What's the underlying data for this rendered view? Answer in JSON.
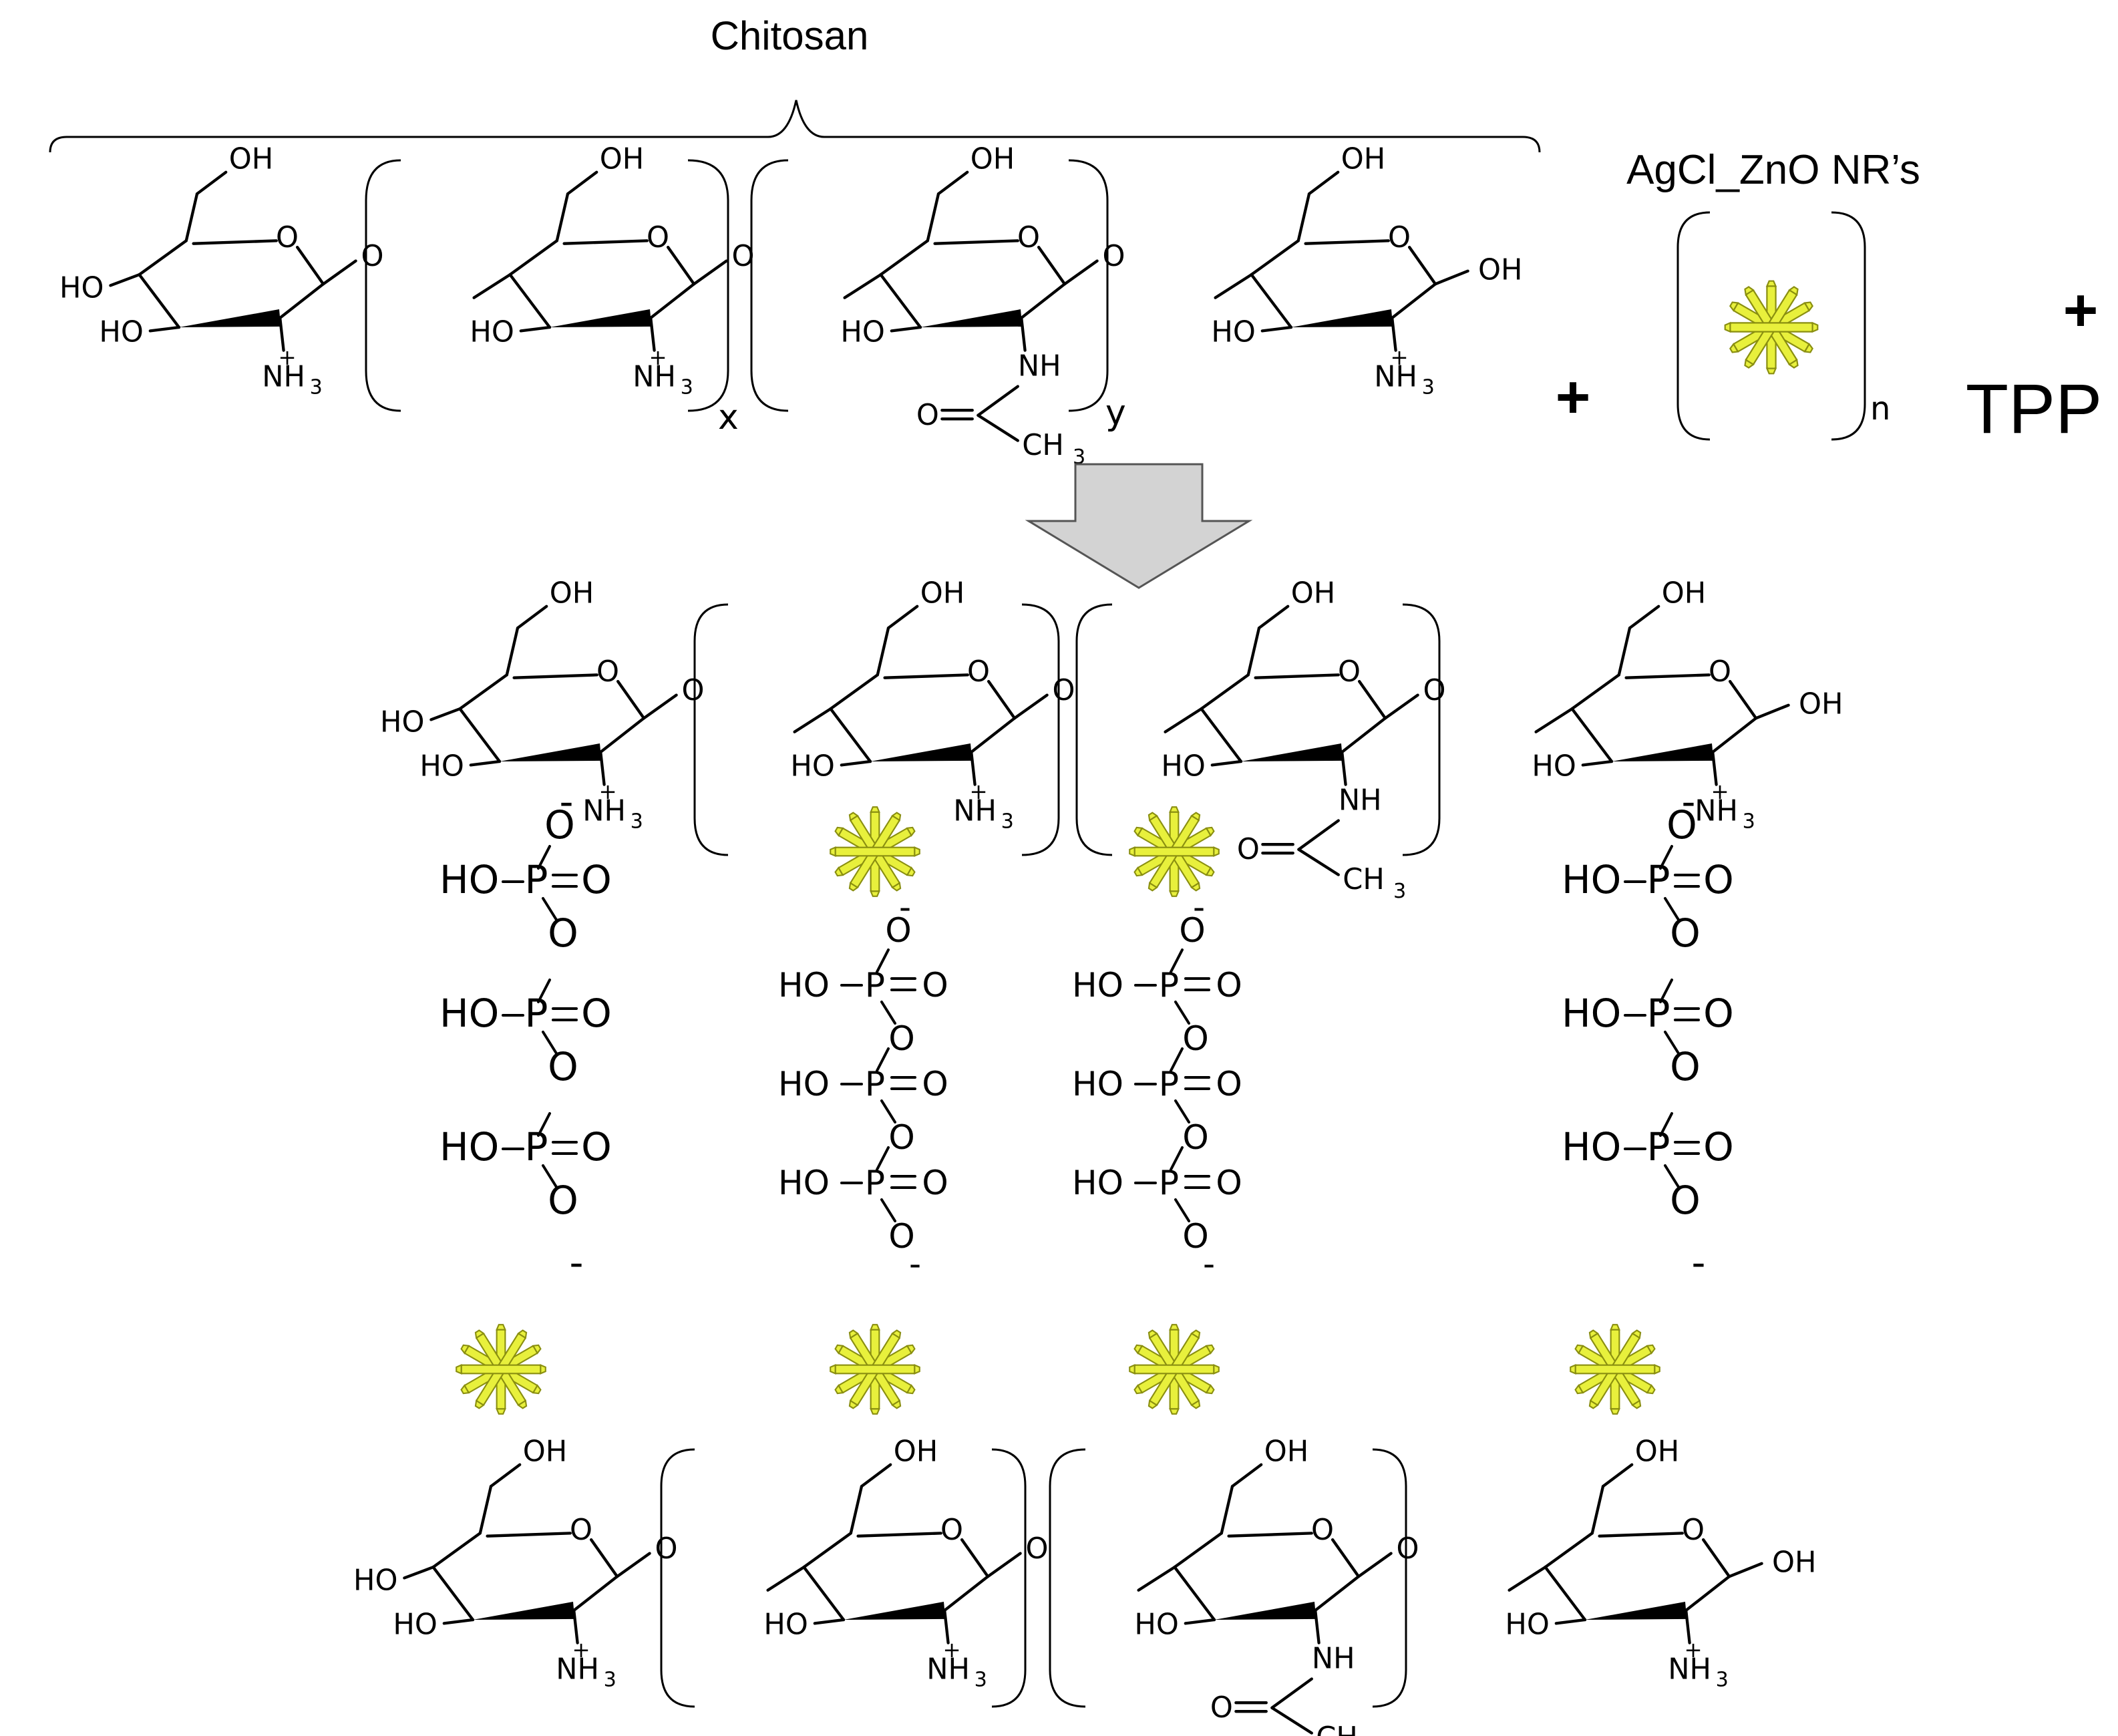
{
  "labels": {
    "chitosan": "Chitosan",
    "nanorods": "AgCl_ZnO NR’s",
    "tpp": "TPP",
    "plus": "+",
    "subscript_x": "x",
    "subscript_y": "y",
    "subscript_n": "n"
  },
  "atoms": {
    "oh": "OH",
    "ho": "HO",
    "o": "O",
    "nh": "NH",
    "nh3_plus": "+",
    "nh3_text": "NH",
    "nh3_sub": "3",
    "ch3_text": "CH",
    "ch3_sub": "3",
    "p": "P",
    "minus": "-"
  },
  "colors": {
    "nanorod_fill": "#e8f03c",
    "nanorod_edge": "#8a8f10",
    "arrow_fill": "#d3d3d3",
    "arrow_edge": "#555555"
  }
}
